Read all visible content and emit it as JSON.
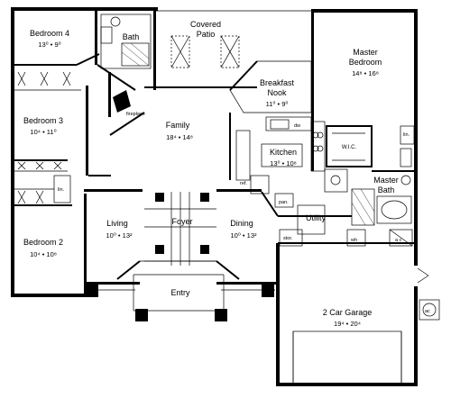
{
  "rooms": {
    "bedroom4": {
      "name": "Bedroom 4",
      "dim": "13⁰ • 9⁰"
    },
    "bath": {
      "name": "Bath"
    },
    "covered_patio": {
      "name_line1": "Covered",
      "name_line2": "Patio"
    },
    "master_bedroom": {
      "name_line1": "Master",
      "name_line2": "Bedroom",
      "dim": "14⁸ • 16⁸"
    },
    "bedroom3": {
      "name": "Bedroom 3",
      "dim": "10⁴ • 11⁰"
    },
    "breakfast_nook": {
      "name_line1": "Breakfast",
      "name_line2": "Nook",
      "dim": "11⁰ • 9⁰"
    },
    "family": {
      "name": "Family",
      "dim": "18⁴ • 14⁸"
    },
    "kitchen": {
      "name": "Kitchen",
      "dim": "13⁰ • 10⁸"
    },
    "wic": {
      "name": "W.I.C."
    },
    "master_bath": {
      "name_line1": "Master",
      "name_line2": "Bath"
    },
    "living": {
      "name": "Living",
      "dim": "10⁰ • 13²"
    },
    "foyer": {
      "name": "Foyer"
    },
    "dining": {
      "name": "Dining",
      "dim": "10⁰ • 13²"
    },
    "utility": {
      "name": "Utility"
    },
    "bedroom2": {
      "name": "Bedroom 2",
      "dim": "10⁴ • 10⁸"
    },
    "entry": {
      "name": "Entry"
    },
    "garage": {
      "name": "2 Car Garage",
      "dim": "19⁴ • 20⁴"
    }
  },
  "labels": {
    "fireplace": "fireplace",
    "linen_left": "lin.",
    "linen_right": "lin.",
    "dw": "dw",
    "refrigerator": "ref.",
    "pantry": "pan.",
    "storage": "stor.",
    "water_heater": "wh",
    "ac_unit": "a c",
    "ac_outside": "ac"
  }
}
